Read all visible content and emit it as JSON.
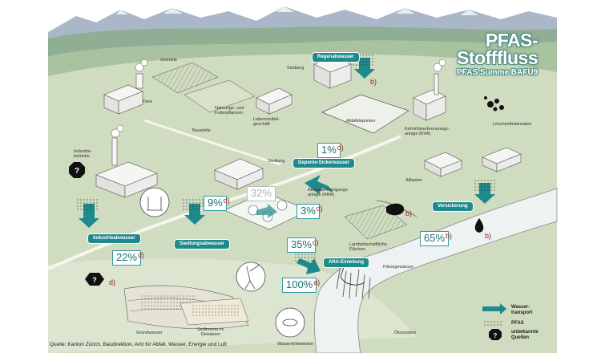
{
  "title": {
    "line1": "PFAS-",
    "line2": "Stofffluss",
    "subtitle": "PFAS Summe BAFU9"
  },
  "source": "Quelle: Kanton Zürich, Baudirektion, Amt für Abfall, Wasser, Energie und Luft",
  "labels": {
    "getreide": "Getreide",
    "tiere": "Tiere",
    "nahrungspflanzen": "Nahrungs- und\nFutterpflanzen",
    "lebensmittel": "Lebensmittel-\ngeschäft",
    "siedlung_top": "Siedlung",
    "abfalldeponien": "Abfalldeponien",
    "kva": "Kehrichtverbrennungs-\nanlage (KVA)",
    "loeschmittel": "Löschmitteleinsätze",
    "baustelle": "Baustelle",
    "industriebetriebe": "Industrie-\nbetriebe",
    "siedlung_mid": "Siedlung",
    "altlasten": "Altlasten",
    "ara": "Abwasserreinigungs-\nanlage (ARA)",
    "landwirtschaft": "Landwirtschaftliche\nFlächen",
    "fliessgewaesser": "Fliessgewässer",
    "grundwasser": "Grundwasser",
    "sedimente": "Sedimente im\nGewässer",
    "wasserlebewesen": "Wasserlebewesen",
    "oekosystem": "Ökosystem"
  },
  "flows": {
    "regenabwasser": "Regenabwasser",
    "deponie": "Deponie-Sickerwasser",
    "industrieabwasser": "Industrieabwasser",
    "siedlungsabwasser": "Siedlungsabwasser",
    "ara_einleitung": "ARA-Einleitung",
    "versickerung": "Versickerung"
  },
  "percentages": {
    "deponie": {
      "value": "1%",
      "note": "d)"
    },
    "siedlung": {
      "value": "9%",
      "note": "d)"
    },
    "ara_in": {
      "value": "32%"
    },
    "ara_3": {
      "value": "3%",
      "note": "d)"
    },
    "industrie": {
      "value": "22%",
      "note": "d)"
    },
    "ara_out": {
      "value": "35%",
      "note": "c)"
    },
    "total": {
      "value": "100%",
      "note": "a)"
    },
    "versickerung": {
      "value": "65%",
      "note": "b)"
    }
  },
  "notes": {
    "regen": "b)",
    "unknown_industry": "d)",
    "oil_left": "b)",
    "oil_right": "b)"
  },
  "legend": {
    "wasser": "Wasser-\ntransport",
    "pfas": "PFAS",
    "unbekannt": "unbekannte\nQuellen"
  },
  "colors": {
    "teal": "#1f8a8e",
    "land": "#cfdcbf",
    "mountain": "#a9b7c9",
    "river": "#e9eef0"
  }
}
